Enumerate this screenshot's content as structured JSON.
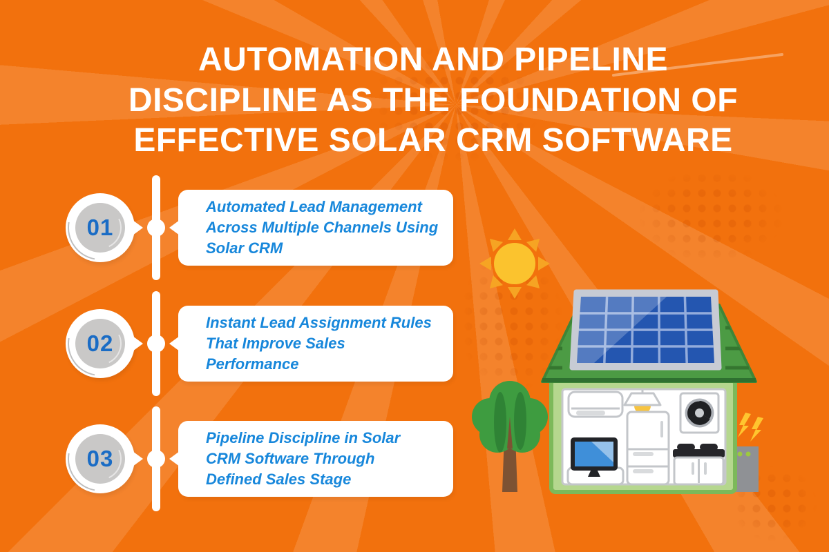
{
  "header": {
    "title_lines": [
      "AUTOMATION AND PIPELINE",
      "DISCIPLINE AS THE FOUNDATION OF",
      "EFFECTIVE SOLAR CRM SOFTWARE"
    ]
  },
  "timeline": {
    "items": [
      {
        "number": "01",
        "lines": [
          "Automated Lead Management",
          "Across Multiple Channels Using",
          "Solar CRM"
        ]
      },
      {
        "number": "02",
        "lines": [
          "Instant Lead Assignment Rules",
          "That Improve Sales",
          "Performance"
        ]
      },
      {
        "number": "03",
        "lines": [
          "Pipeline Discipline in Solar",
          "CRM Software Through",
          "Defined Sales Stage"
        ]
      }
    ]
  },
  "illustration": {
    "name": "solar-powered-house-scene",
    "elements": [
      "sun",
      "tree",
      "house-with-solar-panel",
      "cutaway-room-appliances",
      "power-conditioner",
      "lightning-bolts"
    ]
  },
  "colors": {
    "background": "#F2710D",
    "title_text": "#FFFFFF",
    "card_bg": "#FFFFFF",
    "card_text": "#1787DB",
    "number_text": "#1A6CC5",
    "badge_inner": "#C9C8C7",
    "timeline": "#FFFFFF",
    "sun": "#FBC32E",
    "roof_green": "#4C9B44",
    "wall_green": "#B5D78E",
    "panel_blue": "#2456B0"
  }
}
